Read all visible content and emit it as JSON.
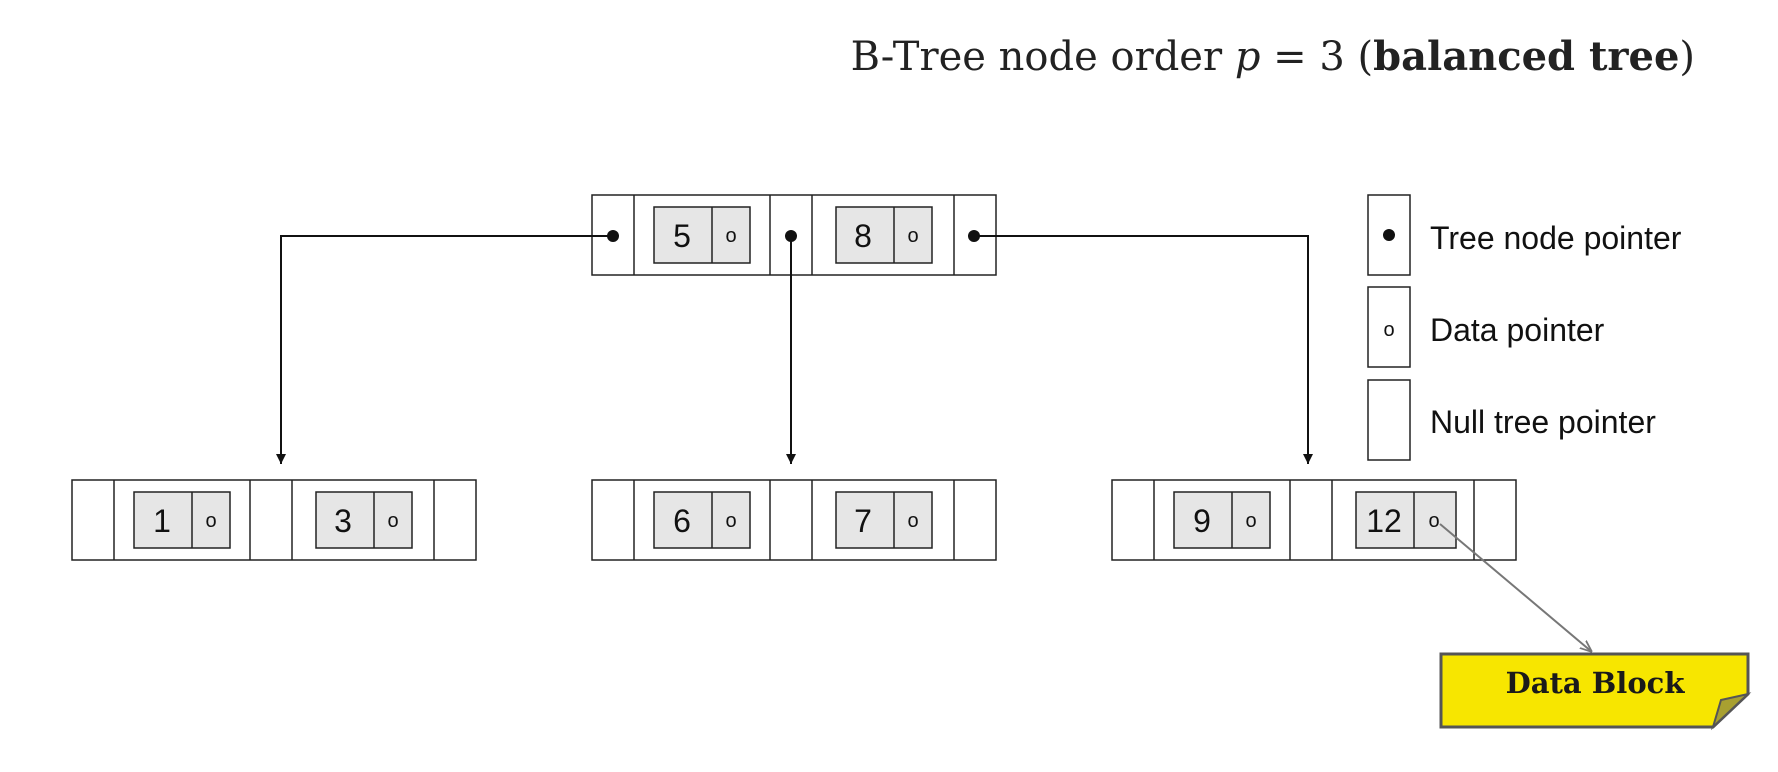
{
  "title": {
    "prefix": "B-Tree node order ",
    "variable": "p",
    "equals": " = 3 (",
    "emphasis": "balanced tree",
    "suffix": ")"
  },
  "root_node": {
    "keys": [
      "5",
      "8"
    ],
    "data_pointer_glyph": "o"
  },
  "leaf_nodes": [
    {
      "keys": [
        "1",
        "3"
      ]
    },
    {
      "keys": [
        "6",
        "7"
      ]
    },
    {
      "keys": [
        "9",
        "12"
      ]
    }
  ],
  "legend": {
    "items": [
      {
        "label": "Tree node pointer",
        "glyph": "•"
      },
      {
        "label": "Data pointer",
        "glyph": "o"
      },
      {
        "label": "Null tree pointer",
        "glyph": ""
      }
    ]
  },
  "data_block": {
    "label": "Data Block",
    "fill_color": "#f7e600",
    "border_color": "#555555"
  }
}
